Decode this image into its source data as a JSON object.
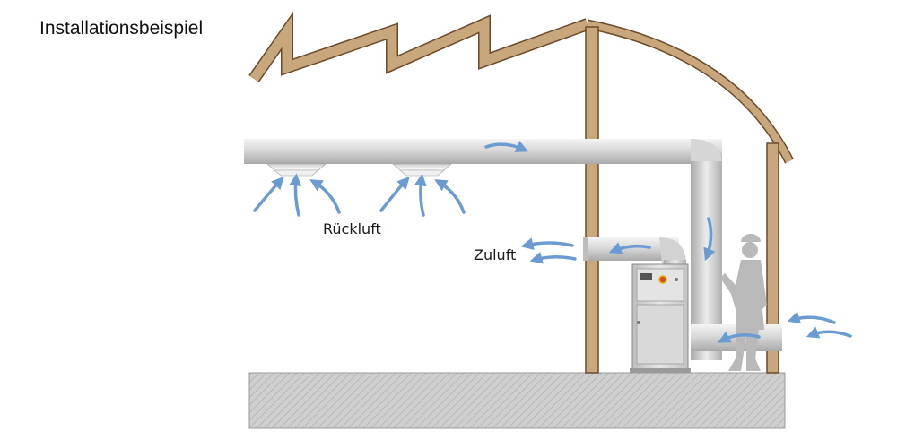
{
  "title": "Installationsbeispiel",
  "labels": {
    "return_air": "Rückluft",
    "supply_air": "Zuluft"
  },
  "colors": {
    "wood": "#c9a77c",
    "wood_outline": "#6b4a2a",
    "duct": "#dcdcdc",
    "floor": "#c8c8c8",
    "arrow": "#6b9bd0"
  }
}
